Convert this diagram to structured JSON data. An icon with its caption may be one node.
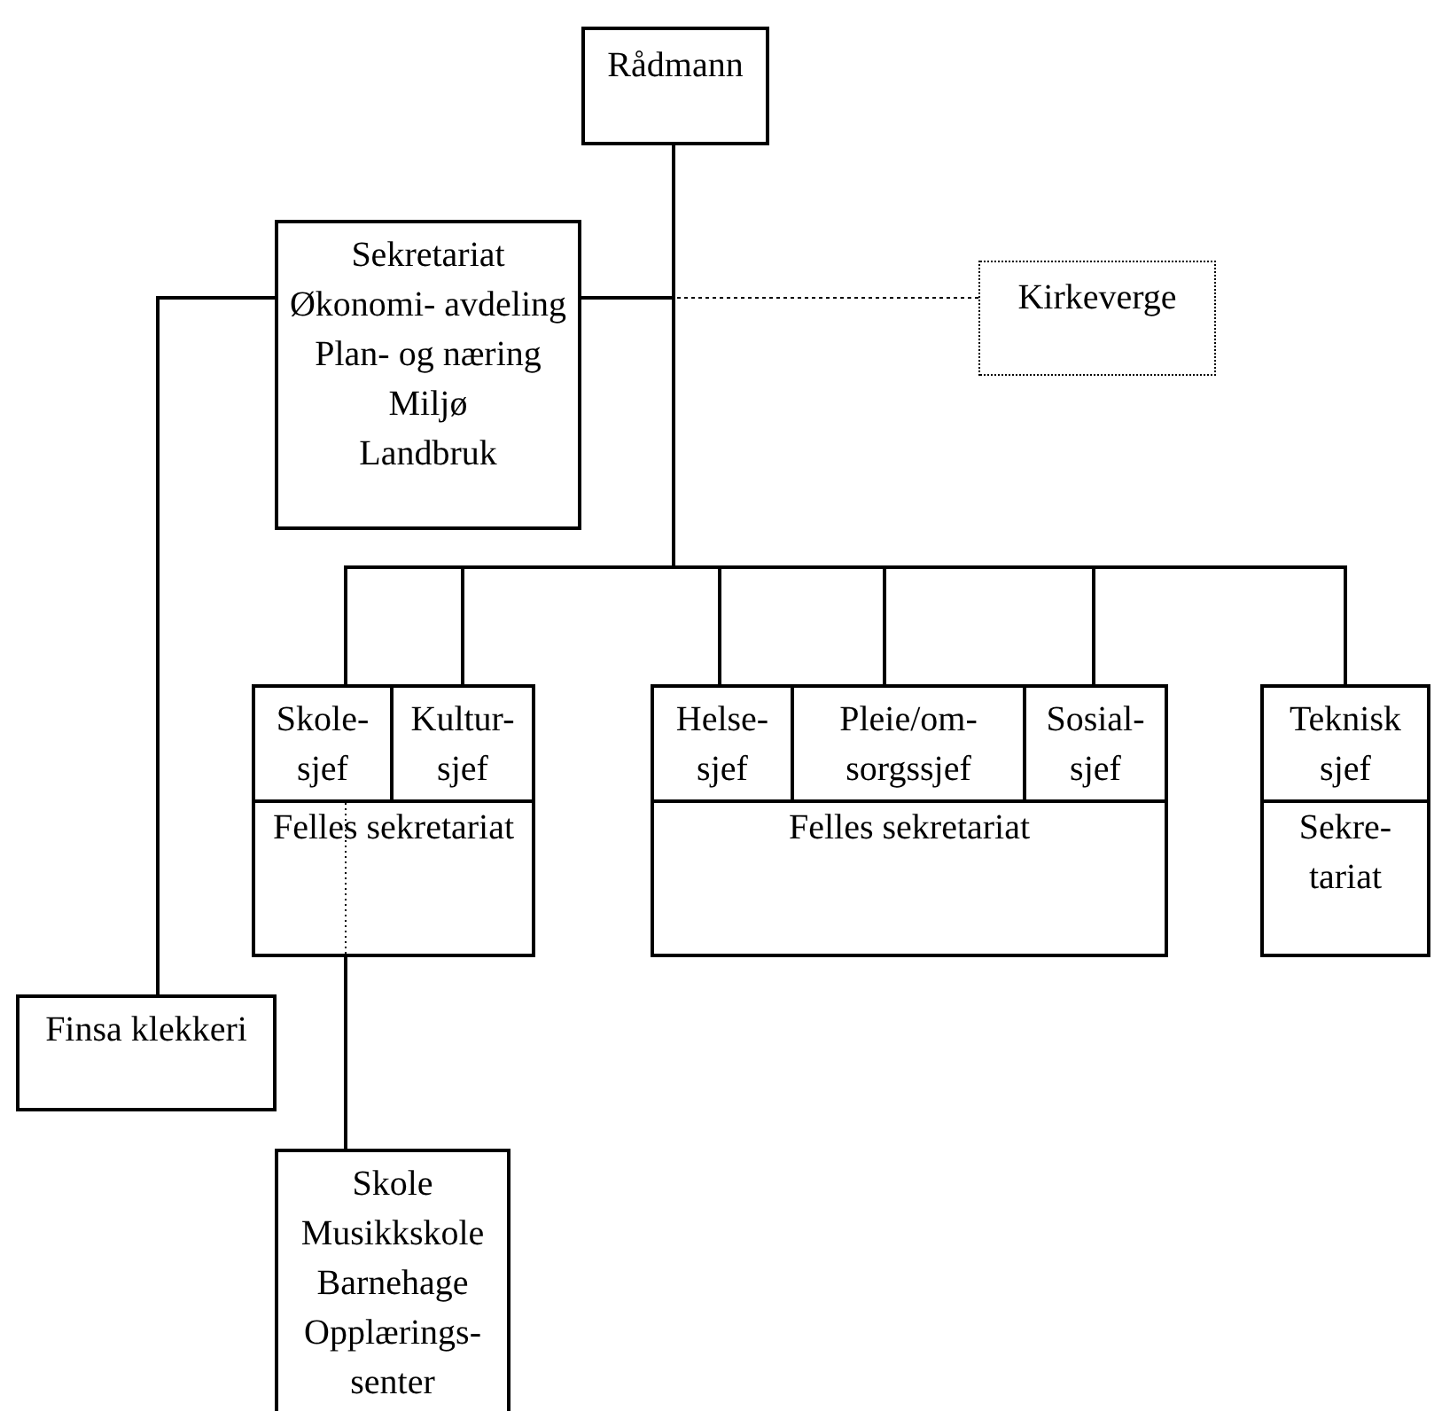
{
  "diagram": {
    "nodes": [
      {
        "text": [
          "Rådmann"
        ]
      },
      {
        "text": [
          "Sekretariat",
          "Økonomi- avdeling",
          "Plan- og næring",
          "Miljø",
          "Landbruk"
        ]
      },
      {
        "text": [
          "Kirkeverge"
        ]
      },
      {
        "text": [
          "Skole- sjef"
        ]
      },
      {
        "text": [
          "Kultur- sjef"
        ]
      },
      {
        "text": [
          "Felles sekretariat"
        ]
      },
      {
        "text": [
          "Helse- sjef"
        ]
      },
      {
        "text": [
          "Pleie/om- sorgssjef"
        ]
      },
      {
        "text": [
          "Sosial- sjef"
        ]
      },
      {
        "text": [
          "Felles sekretariat"
        ]
      },
      {
        "text": [
          "Teknisk sjef"
        ]
      },
      {
        "text": [
          "Sekre- tariat"
        ]
      },
      {
        "text": [
          "Finsa klekkeri"
        ]
      },
      {
        "text": [
          "Skole",
          "Musikkskole",
          "Barnehage",
          "Opplærings- senter"
        ]
      }
    ],
    "edges": [
      {
        "from": 0,
        "to": 1,
        "arrow": "none"
      },
      {
        "from": 0,
        "to": 2,
        "arrow": "none",
        "style": "dashed"
      },
      {
        "from": 0,
        "to": 3,
        "arrow": "none"
      },
      {
        "from": 0,
        "to": 4,
        "arrow": "none"
      },
      {
        "from": 0,
        "to": 6,
        "arrow": "none"
      },
      {
        "from": 0,
        "to": 7,
        "arrow": "none"
      },
      {
        "from": 0,
        "to": 8,
        "arrow": "none"
      },
      {
        "from": 0,
        "to": 10,
        "arrow": "none"
      },
      {
        "from": 1,
        "to": 12,
        "arrow": "none"
      },
      {
        "from": 5,
        "to": 13,
        "arrow": "none"
      },
      {
        "from": 3,
        "to": 5,
        "arrow": "none",
        "style": "dashed"
      }
    ]
  }
}
